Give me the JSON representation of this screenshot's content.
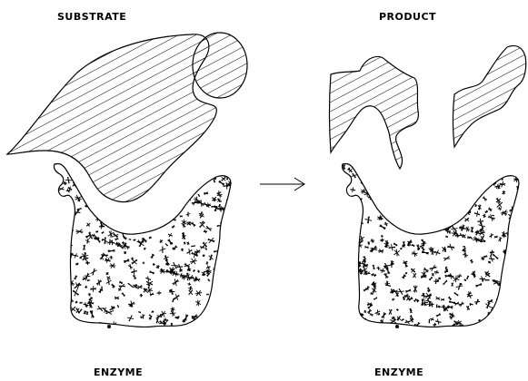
{
  "labels": {
    "substrate": "SUBSTRATE",
    "product": "PRODUCT",
    "enzyme_left": "ENZYME",
    "enzyme_right": "ENZYME"
  },
  "colors": {
    "ink": "#000000",
    "paper": "#ffffff"
  }
}
